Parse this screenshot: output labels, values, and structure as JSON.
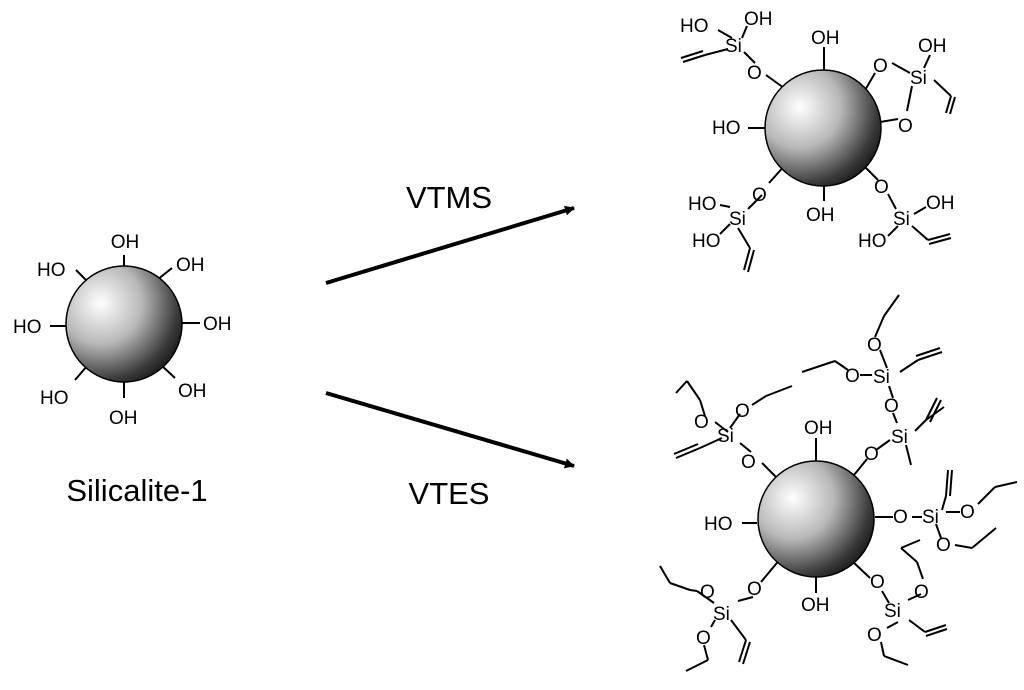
{
  "start_label": "Silicalite-1",
  "reagents": {
    "upper": "VTMS",
    "lower": "VTES"
  },
  "atoms": {
    "hydroxyl": "OH",
    "hydroxyl_left": "HO",
    "oxygen": "O",
    "silicon": "Si"
  },
  "colors": {
    "ink": "#000000",
    "sphere_light": "#ffffff",
    "sphere_dark": "#1a1a1a"
  }
}
